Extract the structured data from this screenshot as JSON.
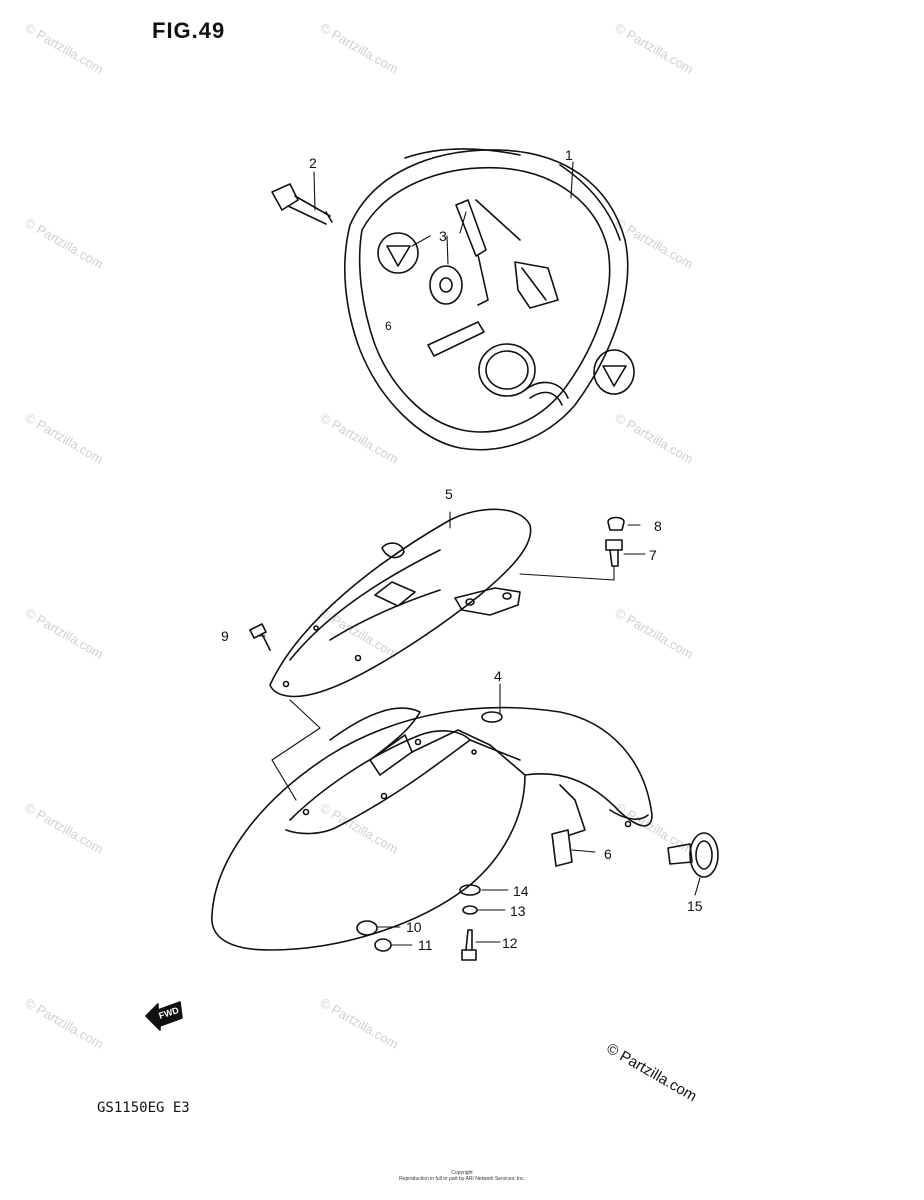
{
  "figure_label": "FIG.49",
  "model_code": "GS1150EG  E3",
  "copyright_mark": "© Partzilla.com",
  "watermark_text": "© Partzilla.com",
  "fwd_label": "FWD",
  "footer_line1": "Copyright",
  "footer_line2": "Reproduction in full or part by ARI Network Services, Inc.",
  "callouts": [
    "1",
    "2",
    "3",
    "4",
    "5",
    "6",
    "7",
    "8",
    "9",
    "10",
    "11",
    "12",
    "13",
    "14",
    "15"
  ],
  "line_color": "#111111"
}
